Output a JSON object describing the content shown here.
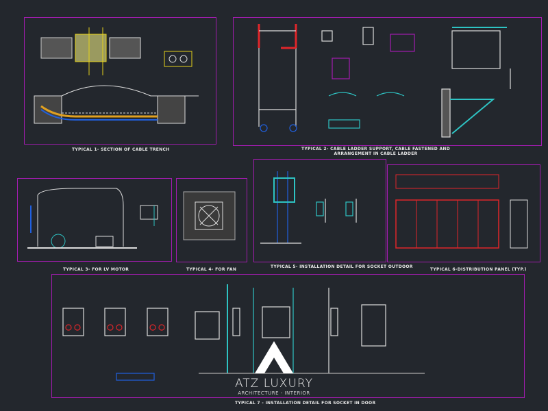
{
  "drawings": [
    {
      "caption": "Typical 1- Section of cable trench"
    },
    {
      "caption": "Typical 2- Cable ladder support, cable fastened and",
      "caption_line2": "arrangement in cable ladder"
    },
    {
      "caption": "Typical 3- For LV motor"
    },
    {
      "caption": "Typical 4- For fan"
    },
    {
      "caption": "Typical 5- Installation detail for socket outdoor"
    },
    {
      "caption": "Typical 6-Distribution panel (TYP.)"
    },
    {
      "caption": "Typical 7 - Installation detail for socket in door"
    }
  ],
  "logo": {
    "name": "ATZ LUXURY",
    "tagline": "ARCHITECTURE - INTERIOR"
  },
  "colors": {
    "background": "#23272d",
    "frame": "#a21caf",
    "cyan": "#2ec4c4",
    "red": "#e0262a",
    "yellow": "#e6d21a"
  }
}
